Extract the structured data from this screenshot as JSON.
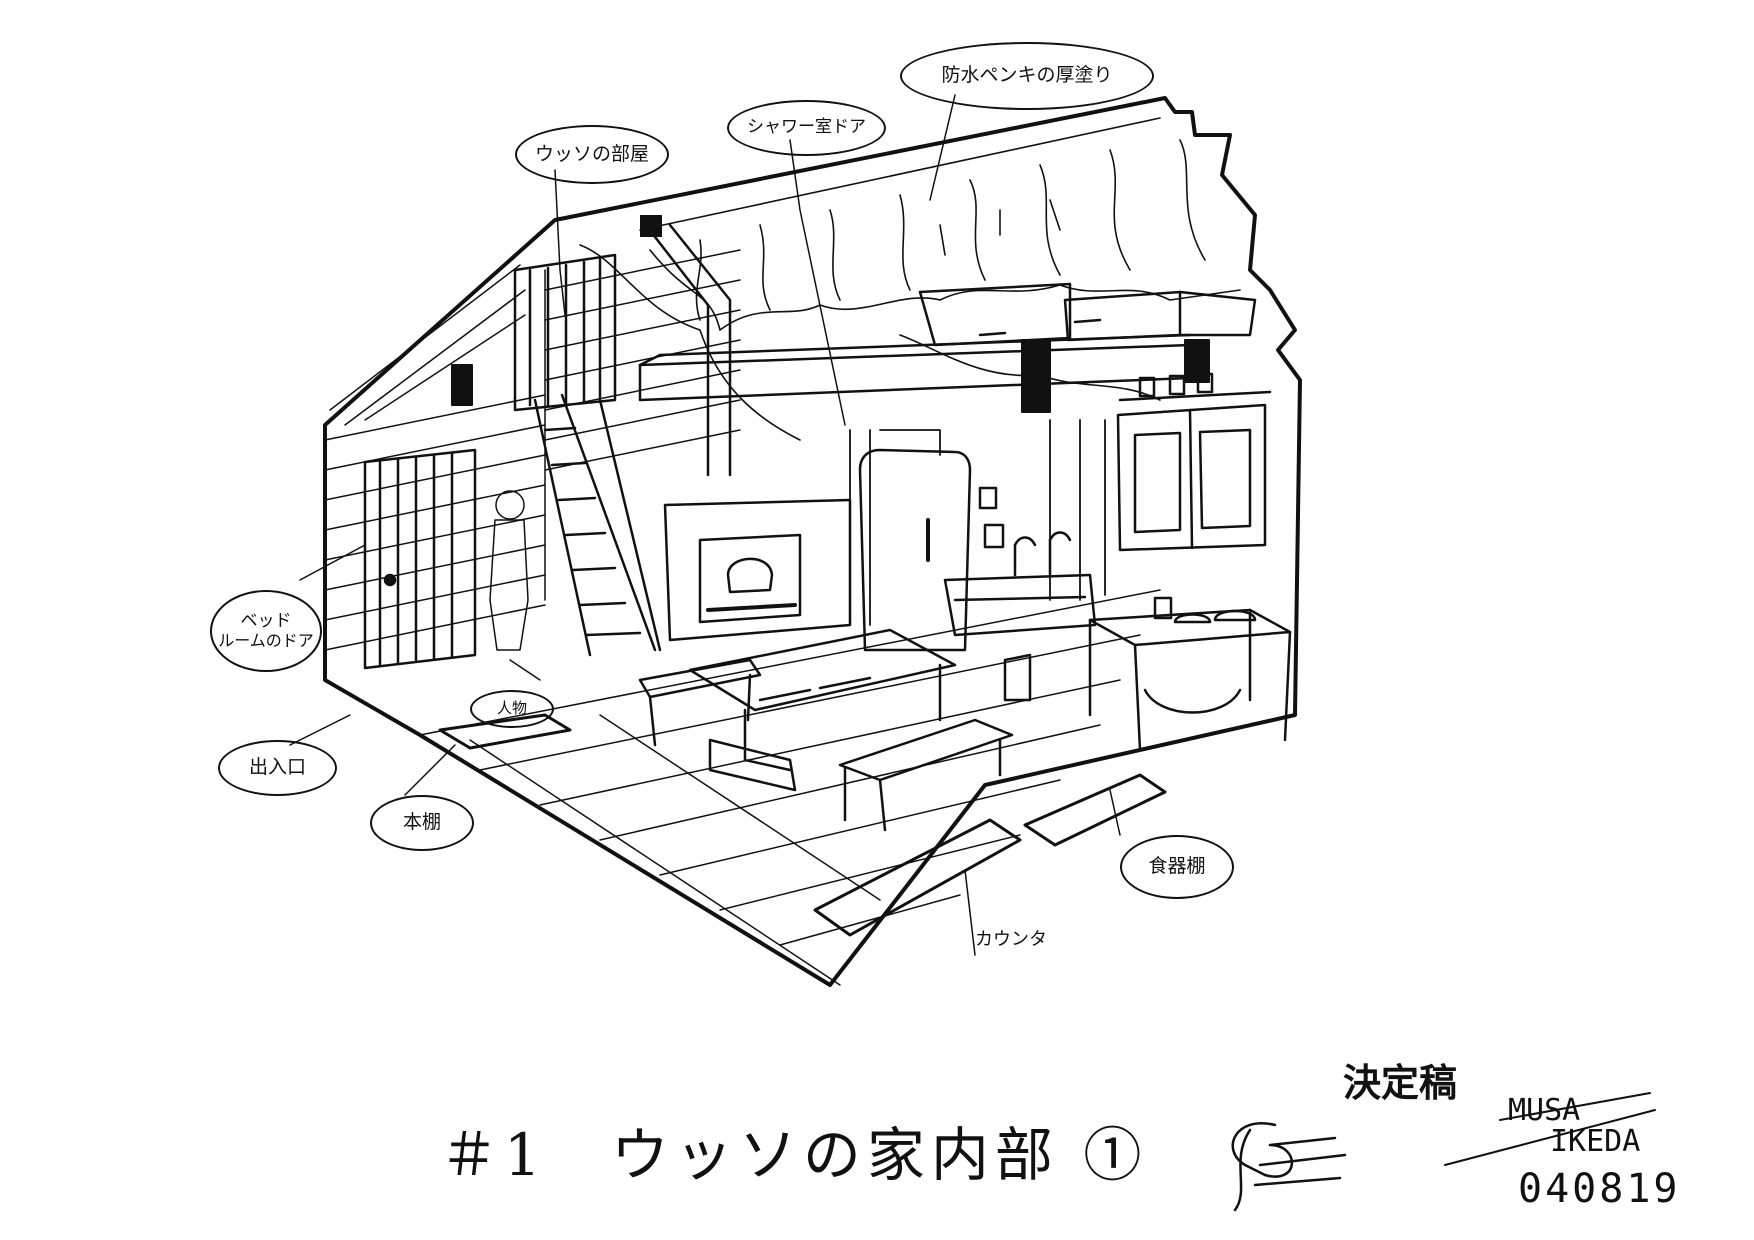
{
  "labels": {
    "waterproof_paint": "防水ペンキの厚塗り",
    "shower_door": "シャワー室ドア",
    "usso_room": "ウッソの部屋",
    "bedroom_door_line1": "ベッド",
    "bedroom_door_line2": "ルームのドア",
    "height_mark": "人物",
    "entrance": "出入口",
    "bookshelf": "本棚",
    "dish_shelf": "食器棚",
    "counter": "カウンタ"
  },
  "title": "＃1　ウッソの家内部 ①",
  "status": "決定稿",
  "artist": {
    "name_line1": "MUSA",
    "name_line2": "IKEDA",
    "date": "040819"
  }
}
